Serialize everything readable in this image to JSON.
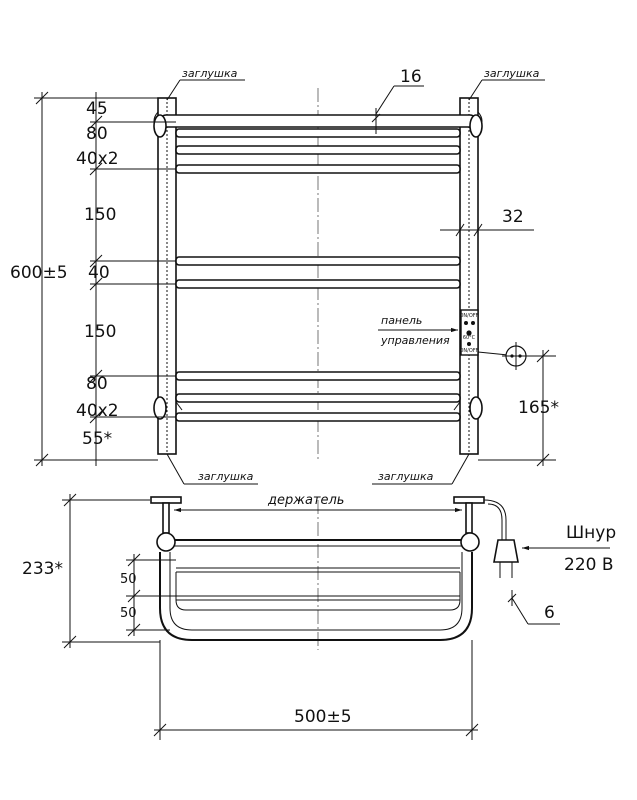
{
  "front_view": {
    "callouts": {
      "cap_top_left": "заглушка",
      "cap_top_right": "заглушка",
      "cap_bottom_left": "заглушка",
      "cap_bottom_right": "заглушка",
      "panel_line1": "панель",
      "panel_line2": "управления"
    },
    "dims": {
      "height": "600±5",
      "d45": "45",
      "d80_top": "80",
      "d40x2_top": "40x2",
      "d150_a": "150",
      "d40": "40",
      "d150_b": "150",
      "d80_bottom": "80",
      "d40x2_bottom": "40x2",
      "d55": "55*",
      "d16": "16",
      "d32": "32",
      "d165": "165*"
    },
    "panel_labels": [
      "ON/OFF",
      "60°C",
      "ON/OFF"
    ]
  },
  "top_view": {
    "callouts": {
      "holder": "держатель",
      "cord_line1": "Шнур",
      "cord_line2": "220 В"
    },
    "dims": {
      "depth": "233*",
      "d50_a": "50",
      "d50_b": "50",
      "d6": "6",
      "width": "500±5"
    }
  }
}
